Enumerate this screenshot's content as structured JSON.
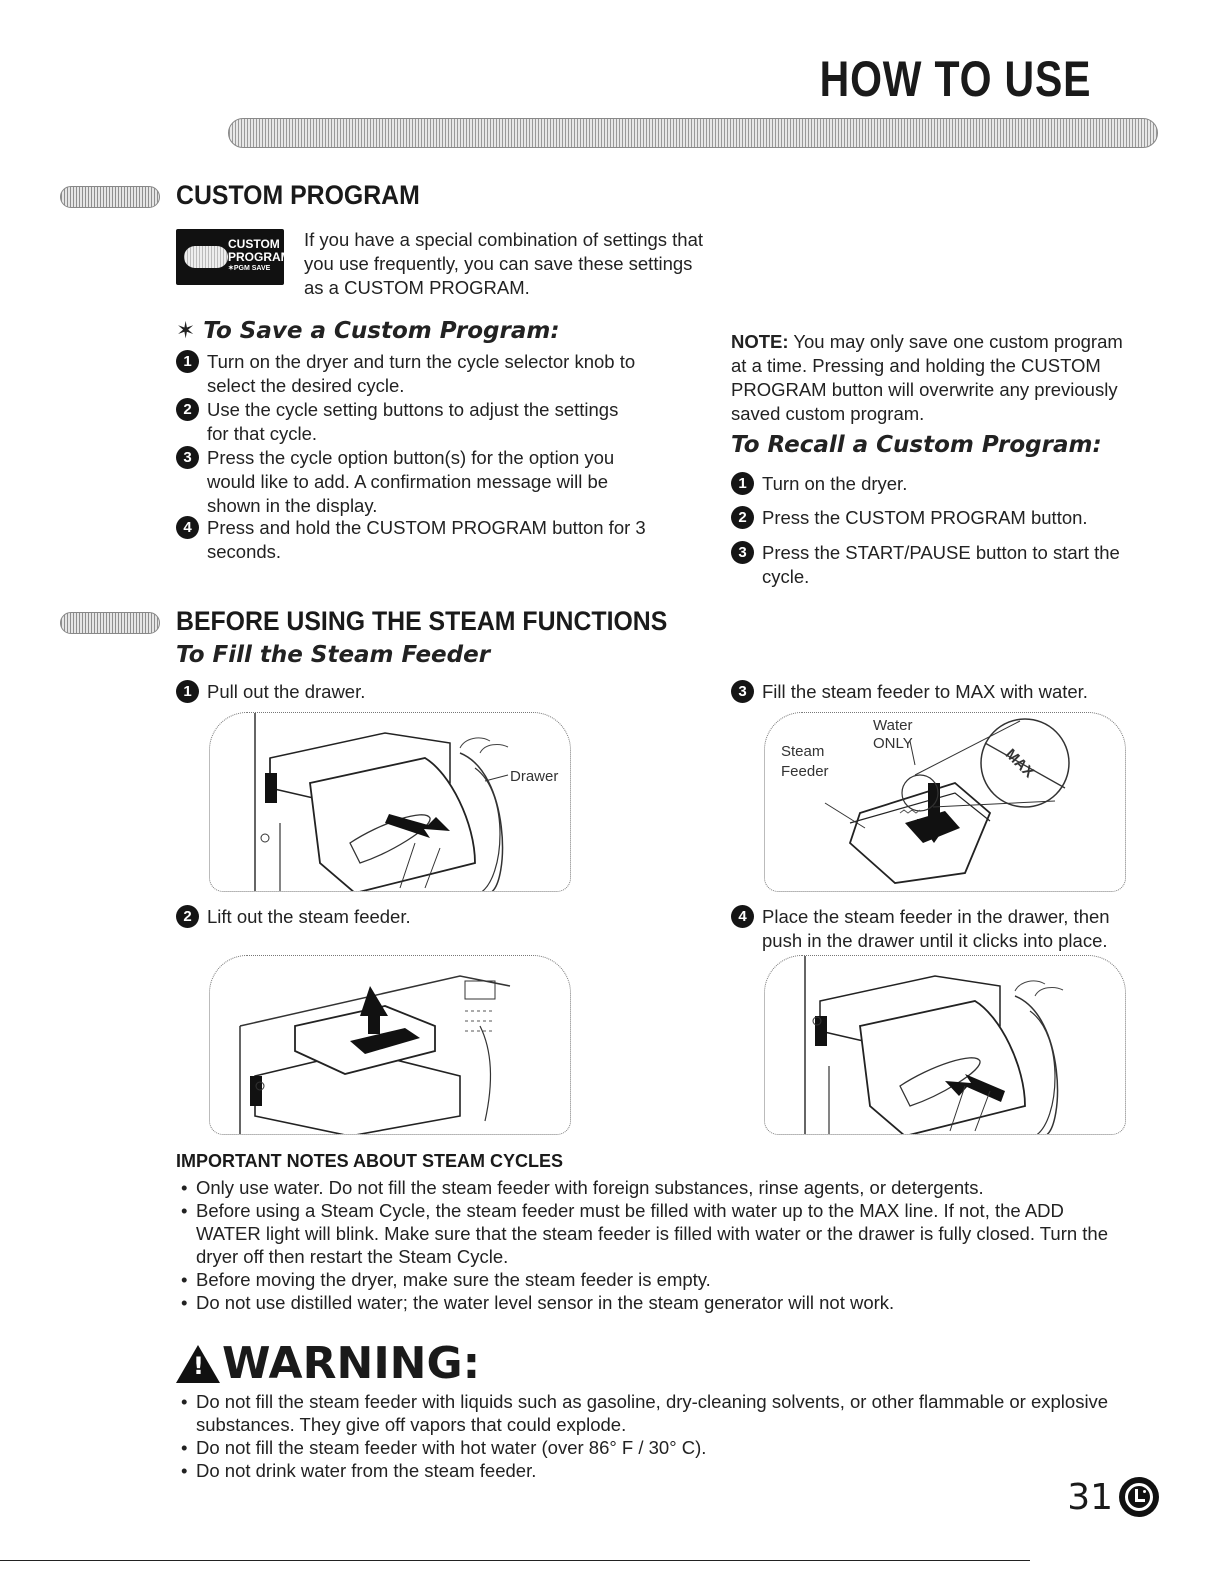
{
  "header": {
    "title": "HOW TO USE"
  },
  "custom_program": {
    "title": "CUSTOM PROGRAM",
    "badge": {
      "line1": "CUSTOM",
      "line2": "PROGRAM",
      "line3": "✶PGM SAVE"
    },
    "intro": "If you have a special combination of settings that you use frequently, you can save these settings as a CUSTOM PROGRAM.",
    "save_heading": "✶ To Save a Custom Program:",
    "save_steps": [
      {
        "num": "1",
        "text": "Turn on the dryer and turn the cycle selector knob to select the desired cycle."
      },
      {
        "num": "2",
        "text": "Use the cycle setting buttons to adjust the settings for that cycle."
      },
      {
        "num": "3",
        "text": "Press the cycle option button(s) for the option you would like to add. A confirmation message will be shown in the display."
      },
      {
        "num": "4",
        "text": "Press and hold the CUSTOM PROGRAM button for 3 seconds."
      }
    ],
    "note_label": "NOTE:",
    "note_text": " You may only save one custom program at a time. Pressing and holding the CUSTOM PROGRAM button will overwrite any previously saved custom program.",
    "recall_heading": "To Recall a Custom Program:",
    "recall_steps": [
      {
        "num": "1",
        "text": "Turn on the dryer."
      },
      {
        "num": "2",
        "text": "Press the CUSTOM PROGRAM button."
      },
      {
        "num": "3",
        "text": "Press the START/PAUSE button to start the cycle."
      }
    ]
  },
  "steam": {
    "title": "BEFORE USING THE STEAM FUNCTIONS",
    "fill_heading": "To Fill the Steam Feeder",
    "steps": [
      {
        "num": "1",
        "text": "Pull out the drawer."
      },
      {
        "num": "2",
        "text": "Lift out the steam feeder."
      },
      {
        "num": "3",
        "text": "Fill the steam feeder to MAX with water."
      },
      {
        "num": "4",
        "text": "Place the steam feeder in the drawer, then push in the drawer until it clicks into place."
      }
    ],
    "labels": {
      "drawer": "Drawer",
      "water": "Water",
      "only": "ONLY",
      "steam": "Steam",
      "feeder": "Feeder",
      "max": "MAX"
    }
  },
  "important": {
    "title": "IMPORTANT NOTES ABOUT STEAM CYCLES",
    "items": [
      "Only use water. Do not fill the steam feeder with foreign substances, rinse agents, or detergents.",
      "Before using a Steam Cycle, the steam feeder must be filled with water up to the MAX line. If not, the ADD WATER light will blink. Make sure that the steam feeder is filled with water or the drawer is fully closed. Turn the dryer off then restart the Steam Cycle.",
      "Before moving the dryer, make sure the steam feeder is empty.",
      "Do not use distilled water; the water level sensor in the steam generator will not work."
    ]
  },
  "warning": {
    "title": "WARNING:",
    "items": [
      "Do not fill the steam feeder with liquids such as gasoline, dry-cleaning solvents, or other flammable or explosive substances. They give off vapors that could explode.",
      "Do not fill the steam feeder with hot water (over 86° F / 30° C).",
      "Do not drink water from the steam feeder."
    ]
  },
  "footer": {
    "page_number": "31"
  }
}
